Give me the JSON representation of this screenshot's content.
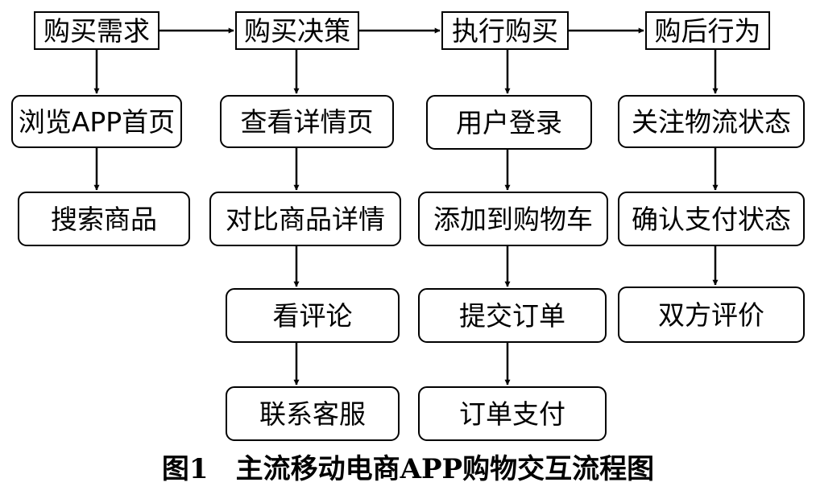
{
  "diagram": {
    "stages": [
      {
        "label": "购买需求",
        "steps": [
          "浏览APP首页",
          "搜索商品"
        ]
      },
      {
        "label": "购买决策",
        "steps": [
          "查看详情页",
          "对比商品详情",
          "看评论",
          "联系客服"
        ]
      },
      {
        "label": "执行购买",
        "steps": [
          "用户登录",
          "添加到购物车",
          "提交订单",
          "订单支付"
        ]
      },
      {
        "label": "购后行为",
        "steps": [
          "关注物流状态",
          "确认支付状态",
          "双方评价"
        ]
      }
    ],
    "caption": "图1　主流移动电商APP购物交互流程图",
    "line_color": "#000000"
  }
}
